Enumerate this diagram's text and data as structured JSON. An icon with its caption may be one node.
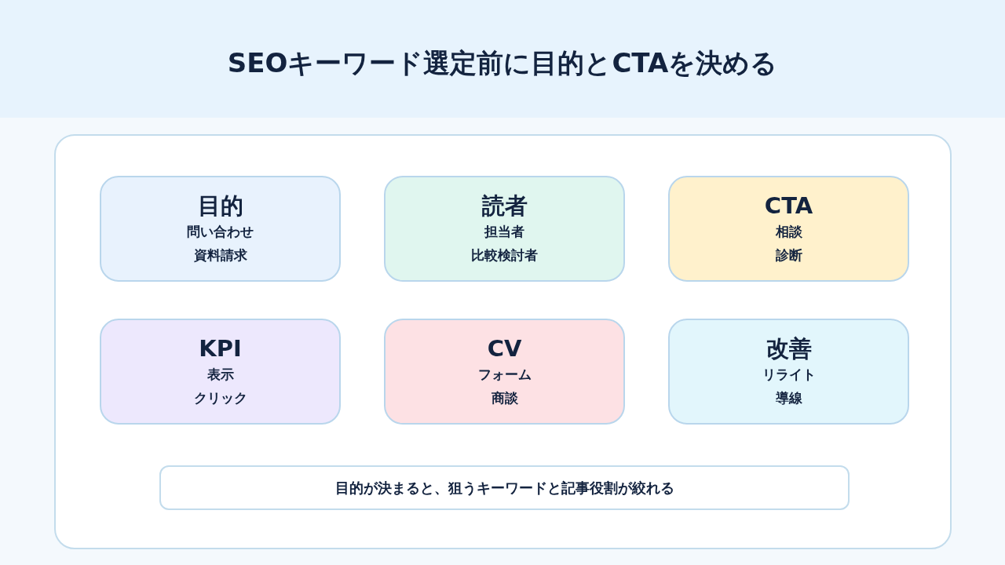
{
  "diagram": {
    "title": "SEOキーワード選定前に目的とCTAを決める",
    "nodes": [
      {
        "text": [],
        "shape": "box"
      },
      {
        "text": [
          "目的",
          "問い合わせ",
          "資料請求"
        ],
        "in": 0
      },
      {
        "text": [
          "読者",
          "担当者",
          "比較検討者"
        ],
        "in": 0
      },
      {
        "text": [
          "CTA",
          "相談",
          "診断"
        ],
        "in": 0
      },
      {
        "text": [
          "KPI",
          "表示",
          "クリック"
        ],
        "in": 0
      },
      {
        "text": [
          "CV",
          "フォーム",
          "商談"
        ],
        "in": 0
      },
      {
        "text": [
          "改善",
          "リライト",
          "導線"
        ],
        "in": 0
      },
      {
        "text": [
          "目的が決まると、狙うキーワードと記事役割が絞れる"
        ],
        "in": 0
      }
    ],
    "edges": []
  }
}
